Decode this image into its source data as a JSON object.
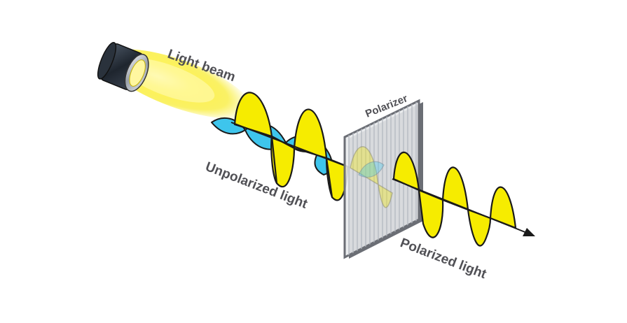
{
  "labels": {
    "light_beam": "Light beam",
    "polarizer": "Polarizer",
    "unpolarized": "Unpolarized light",
    "polarized": "Polarized light"
  },
  "colors": {
    "wave_yellow": "#f6ec00",
    "wave_blue": "#3ec5ec",
    "label_gray": "#505055",
    "outline": "#1a1a1a",
    "polarizer_frame": "#6b6e75",
    "polarizer_lines": "#c9ccd2",
    "lamp_body": "#2b3440"
  },
  "icons": {
    "lamp": "flashlight-icon",
    "arrow": "arrow-head-icon"
  }
}
